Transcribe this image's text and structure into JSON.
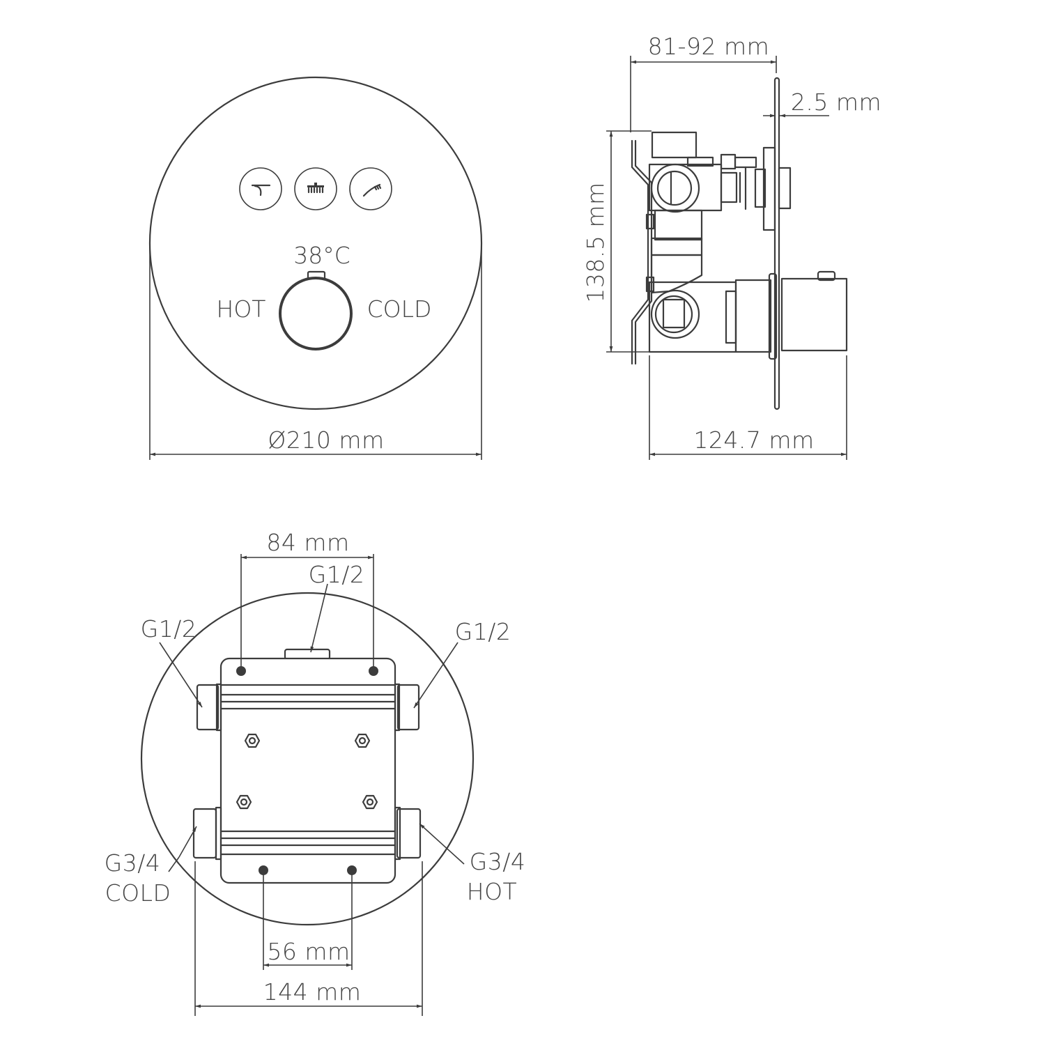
{
  "front_view": {
    "temperature_label": "38°C",
    "hot_label": "HOT",
    "cold_label": "COLD",
    "diameter_dimension": "Ø210 mm",
    "outlet_icons": [
      "bath-spout-icon",
      "overhead-shower-icon",
      "hand-shower-icon"
    ]
  },
  "side_view": {
    "depth_dimension": "81-92 mm",
    "plate_thickness_dimension": "2.5 mm",
    "height_dimension": "138.5 mm",
    "total_depth_dimension": "124.7 mm"
  },
  "back_view": {
    "top_hole_spacing": "84 mm",
    "top_outlet_label": "G1/2",
    "left_outlet_label": "G1/2",
    "right_outlet_label": "G1/2",
    "cold_inlet_thread": "G3/4",
    "cold_inlet_label": "COLD",
    "hot_inlet_thread": "G3/4",
    "hot_inlet_label": "HOT",
    "bottom_hole_spacing": "56 mm",
    "overall_width": "144 mm"
  },
  "colors": {
    "line": "#3c3c3c",
    "text": "#444444",
    "background": "#ffffff"
  }
}
